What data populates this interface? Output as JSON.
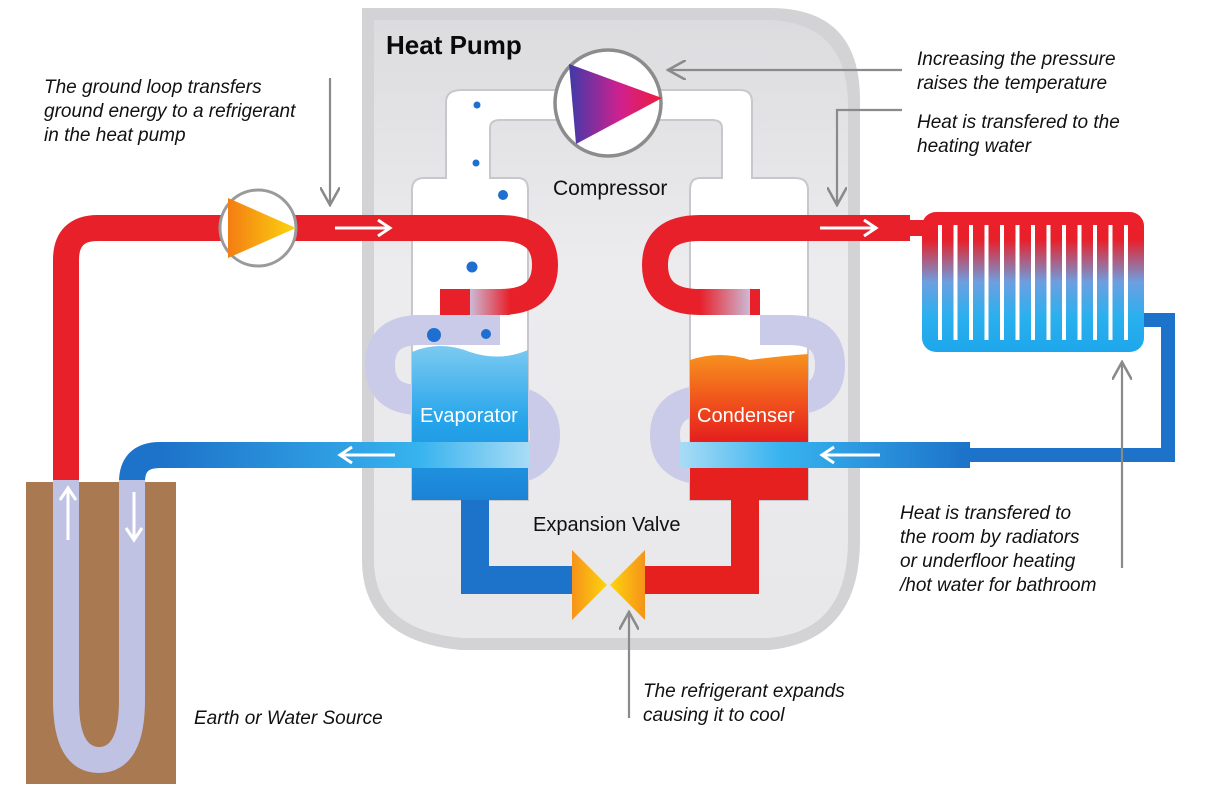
{
  "title": "Heat Pump",
  "components": {
    "compressor": "Compressor",
    "evaporator": "Evaporator",
    "condenser": "Condenser",
    "expansion_valve": "Expansion Valve",
    "source": "Earth or Water Source"
  },
  "annotations": {
    "ground_loop": "The ground loop transfers\nground energy to a refrigerant\nin the heat pump",
    "pressure": "Increasing the pressure\nraises the temperature",
    "heating_water": "Heat is transfered to the\nheating water",
    "room": "Heat is transfered to\nthe room by radiators\nor underfloor heating\n/hot water for bathroom",
    "expands": "The refrigerant expands\ncausing it to cool"
  },
  "colors": {
    "hot": "#e8202a",
    "cold": "#1f6fc8",
    "cool_light": "#3ab4f0",
    "lavender": "#c9cbe8",
    "housing": "#e6e6e8",
    "earth": "#a97a52",
    "arrow_gray": "#8a8a8a",
    "valve_orange": "#f5a21a",
    "valve_yellow": "#fdd20a"
  }
}
